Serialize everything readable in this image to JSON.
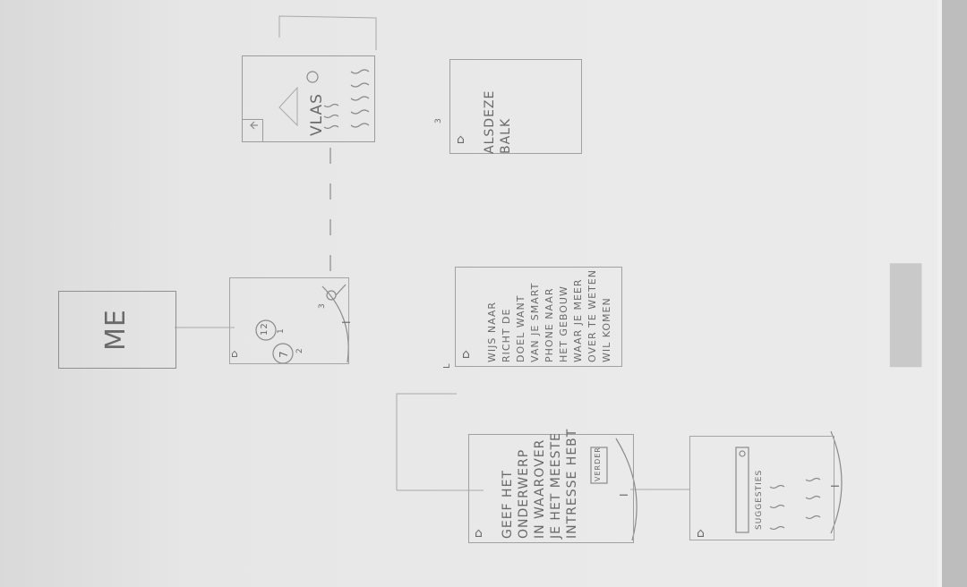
{
  "me_label": "ME",
  "vlas_label": "VLAS",
  "alsdeze": {
    "line1": "ALSDEZE",
    "line2": "BALK"
  },
  "wijs": [
    "WIJS NAAR",
    "RICHT DE",
    "DOEL WANT",
    "VAN JE SMART",
    "PHONE NAAR",
    "HET GEBOUW",
    "WAAR JE MEER",
    "OVER TE WETEN",
    "WIL KOMEN"
  ],
  "geef": [
    "GEEF HET",
    "ONDERWERP",
    "IN WAAROVER",
    "JE HET MEESTE",
    "INTRESSE HEBT"
  ],
  "button_label": "VERDER",
  "suggesties": "SUGGESTIES",
  "numbers": {
    "n1": "1",
    "n2": "2",
    "n3": "3",
    "n3b": "3",
    "n_i": "I",
    "n_L": "L"
  },
  "circles": {
    "c12": "12",
    "c7": "7"
  },
  "icons": [
    "home-icon",
    "back-arrow-icon",
    "search-icon",
    "plus-icon"
  ]
}
